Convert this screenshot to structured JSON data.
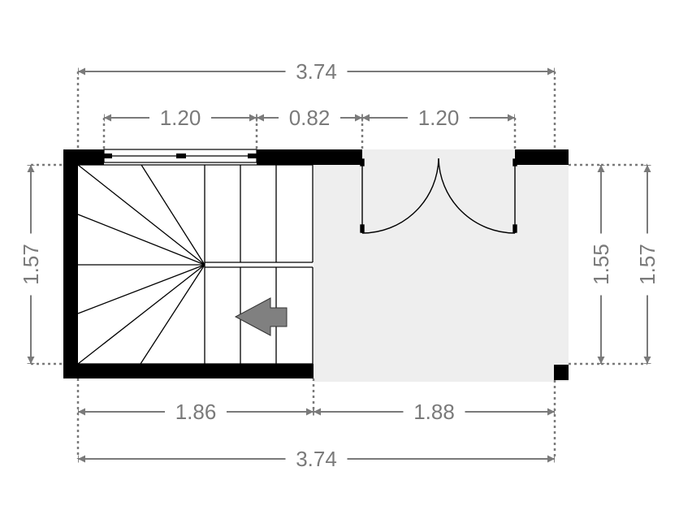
{
  "plan": {
    "colors": {
      "wall": "#000000",
      "floor": "#eeeeee",
      "dimension": "#7a7a7a",
      "arrow": "#808080"
    },
    "dimensions": {
      "top_overall": "3.74",
      "top_window": "1.20",
      "top_wall_segment": "0.82",
      "top_door": "1.20",
      "left_height": "1.57",
      "right_inner_height": "1.55",
      "right_outer_height": "1.57",
      "bottom_stair": "1.86",
      "bottom_landing": "1.88",
      "bottom_overall": "3.74"
    }
  }
}
